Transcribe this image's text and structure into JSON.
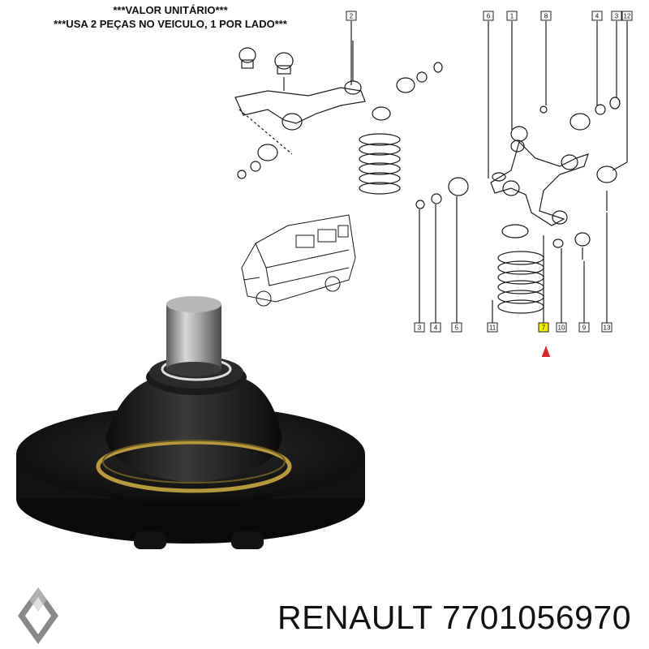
{
  "notice": {
    "line1": "***VALOR UNITÁRIO***",
    "line2": "***USA 2 PEÇAS NO VEICULO, 1 POR LADO***"
  },
  "diagram": {
    "callouts_top": [
      "2",
      "6",
      "1",
      "8",
      "4",
      "3",
      "12"
    ],
    "callouts_bottom": [
      "3",
      "4",
      "5",
      "11",
      "7",
      "10",
      "9",
      "13"
    ],
    "highlighted_callout": "7",
    "highlight_color": "#f2ee00",
    "arrow_color": "#d8262c"
  },
  "caption": {
    "brand": "RENAULT",
    "part_number": "7701056970"
  },
  "logo": {
    "icon": "renault-diamond-logo"
  }
}
